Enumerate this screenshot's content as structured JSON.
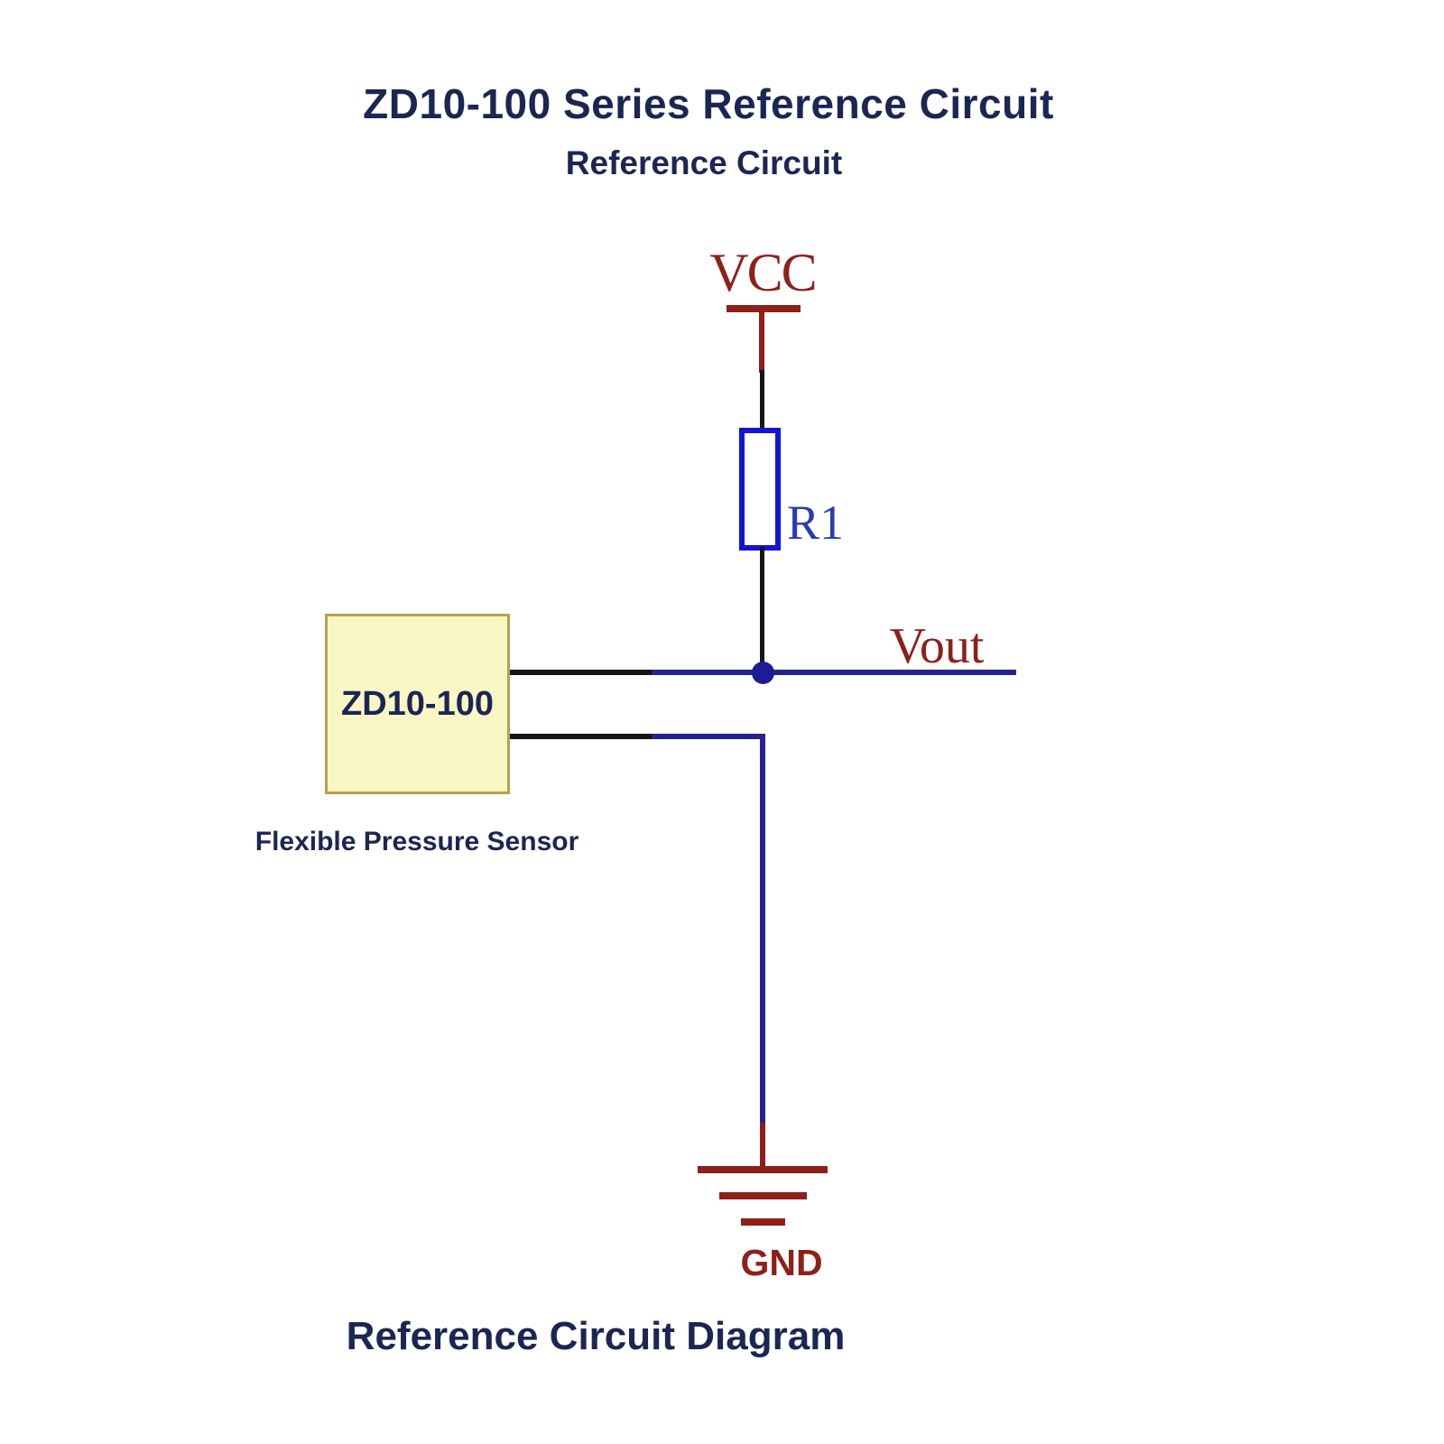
{
  "page": {
    "title": "ZD10-100 Series Reference Circuit",
    "subtitle": "Reference Circuit",
    "caption": "Reference Circuit Diagram"
  },
  "diagram": {
    "vcc_label": "VCC",
    "vout_label": "Vout",
    "resistor_label": "R1",
    "gnd_label": "GND",
    "sensor_label": "ZD10-100",
    "sensor_caption": "Flexible Pressure Sensor"
  },
  "colors": {
    "heading_navy": "#1b2653",
    "power_dark_red": "#8e1f1a",
    "wire_black": "#151515",
    "wire_blue": "#23238f",
    "resistor_blue": "#1414d6",
    "sensor_fill": "#fbf7c4",
    "sensor_border": "#b3a24e",
    "background": "#ffffff"
  }
}
